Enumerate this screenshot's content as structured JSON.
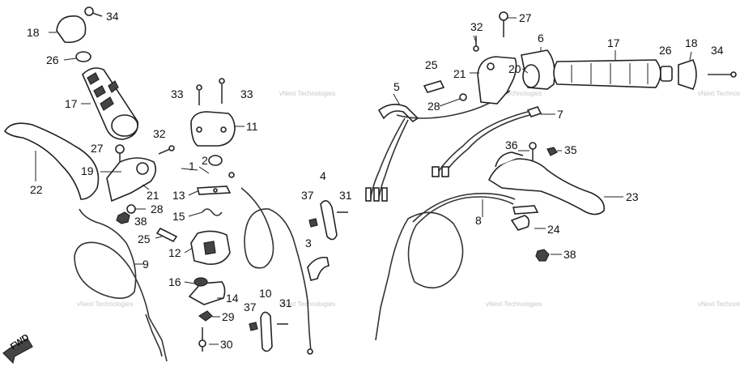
{
  "labels": [
    {
      "id": "l34a",
      "text": "34"
    },
    {
      "id": "l18a",
      "text": "18"
    },
    {
      "id": "l26a",
      "text": "26"
    },
    {
      "id": "l17a",
      "text": "17"
    },
    {
      "id": "l22",
      "text": "22"
    },
    {
      "id": "l27a",
      "text": "27"
    },
    {
      "id": "l32a",
      "text": "32"
    },
    {
      "id": "l19",
      "text": "19"
    },
    {
      "id": "l21a",
      "text": "21"
    },
    {
      "id": "l28a",
      "text": "28"
    },
    {
      "id": "l38a",
      "text": "38"
    },
    {
      "id": "l25a",
      "text": "25"
    },
    {
      "id": "l9",
      "text": "9"
    },
    {
      "id": "l33a",
      "text": "33"
    },
    {
      "id": "l33b",
      "text": "33"
    },
    {
      "id": "l11",
      "text": "11"
    },
    {
      "id": "l1",
      "text": "1"
    },
    {
      "id": "l2",
      "text": "2"
    },
    {
      "id": "l13",
      "text": "13"
    },
    {
      "id": "l15",
      "text": "15"
    },
    {
      "id": "l12",
      "text": "12"
    },
    {
      "id": "l16",
      "text": "16"
    },
    {
      "id": "l14",
      "text": "14"
    },
    {
      "id": "l29",
      "text": "29"
    },
    {
      "id": "l30",
      "text": "30"
    },
    {
      "id": "l10",
      "text": "10"
    },
    {
      "id": "l37a",
      "text": "37"
    },
    {
      "id": "l31a",
      "text": "31"
    },
    {
      "id": "l4",
      "text": "4"
    },
    {
      "id": "l37b",
      "text": "37"
    },
    {
      "id": "l31b",
      "text": "31"
    },
    {
      "id": "l3",
      "text": "3"
    },
    {
      "id": "l5",
      "text": "5"
    },
    {
      "id": "l25b",
      "text": "25"
    },
    {
      "id": "l21b",
      "text": "21"
    },
    {
      "id": "l28b",
      "text": "28"
    },
    {
      "id": "l32b",
      "text": "32"
    },
    {
      "id": "l27b",
      "text": "27"
    },
    {
      "id": "l6",
      "text": "6"
    },
    {
      "id": "l20",
      "text": "20"
    },
    {
      "id": "l17b",
      "text": "17"
    },
    {
      "id": "l26b",
      "text": "26"
    },
    {
      "id": "l18b",
      "text": "18"
    },
    {
      "id": "l34b",
      "text": "34"
    },
    {
      "id": "l7",
      "text": "7"
    },
    {
      "id": "l36",
      "text": "36"
    },
    {
      "id": "l35",
      "text": "35"
    },
    {
      "id": "l23",
      "text": "23"
    },
    {
      "id": "l8",
      "text": "8"
    },
    {
      "id": "l24",
      "text": "24"
    },
    {
      "id": "l38b",
      "text": "38"
    }
  ],
  "watermark": "vNext Technologies",
  "direction_marker": "FWD",
  "colors": {
    "line": "#222222",
    "background": "#ffffff",
    "watermark": "#c8c8c8"
  }
}
